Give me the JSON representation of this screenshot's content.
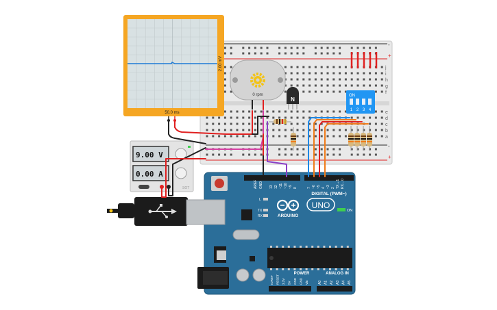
{
  "oscilloscope": {
    "y_scale": "2.00 mV",
    "x_scale": "50.0 ms"
  },
  "motor": {
    "speed": "0 rpm"
  },
  "transistor": {
    "label": "N"
  },
  "dip_switch": {
    "on_label": "ON",
    "numbers": [
      "1",
      "2",
      "3",
      "4"
    ]
  },
  "breadboard": {
    "rows_top": [
      "j",
      "i",
      "h",
      "g",
      "f"
    ],
    "rows_bottom": [
      "e",
      "d",
      "c",
      "b",
      "a"
    ],
    "plus": "+",
    "minus": "-"
  },
  "power_supply": {
    "voltage": "9.00 V",
    "current": "0.00 A",
    "brand": "SOT"
  },
  "arduino": {
    "aref": "AREF",
    "gnd": "GND",
    "top_pins": [
      "13",
      "12",
      "~11",
      "~10",
      "~9",
      "8",
      "7",
      "~6",
      "~5",
      "4",
      "~3",
      "2",
      "TX→1",
      "RX←0"
    ],
    "digital_label": "DIGITAL (PWM~)",
    "led_l": "L",
    "led_tx": "TX",
    "led_rx": "RX",
    "brand": "ARDUINO",
    "model": "UNO",
    "on_label": "ON",
    "power_label": "POWER",
    "analog_label": "ANALOG IN",
    "power_pins": [
      "IOREF",
      "RESET",
      "3.3V",
      "5V",
      "GND",
      "GND",
      "Vin"
    ],
    "analog_pins": [
      "A0",
      "A1",
      "A2",
      "A3",
      "A4",
      "A5"
    ]
  },
  "colors": {
    "scope_frame": "#f5a623",
    "scope_screen": "#d8e1e3",
    "trace": "#1e7bd6",
    "arduino_blue": "#2b6e99",
    "wire_red": "#e02020",
    "wire_black": "#222222",
    "wire_magenta": "#d63fa3",
    "wire_purple": "#8a3fc6",
    "wire_blue": "#1e88e5",
    "wire_orange": "#f07c1a"
  }
}
